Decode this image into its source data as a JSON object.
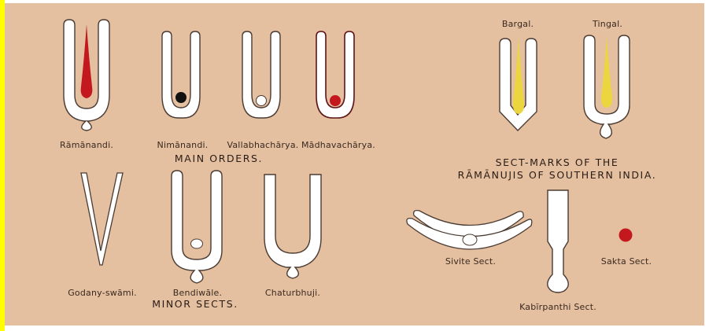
{
  "colors": {
    "background": "#e4bfa0",
    "outline": "#4a3b33",
    "mark_fill": "#ffffff",
    "red": "#c4181f",
    "black": "#111111",
    "yellow": "#ecd640",
    "page_edge": "#ffff00"
  },
  "main_orders": {
    "heading": "MAIN ORDERS.",
    "marks": [
      {
        "label": "Rāmānandi.",
        "center": "red-line"
      },
      {
        "label": "Nimānandi.",
        "center": "black-dot"
      },
      {
        "label": "Vallabhachārya.",
        "center": "white-dot"
      },
      {
        "label": "Mādhavachārya.",
        "center": "red-dot"
      }
    ]
  },
  "minor_sects": {
    "heading": "MINOR SECTS.",
    "marks": [
      {
        "label": "Godany-swāmi."
      },
      {
        "label": "Bendiwāle."
      },
      {
        "label": "Chaturbhuji."
      }
    ]
  },
  "ramanujis": {
    "heading_line1": "SECT-MARKS OF THE",
    "heading_line2": "RĀMĀNUJIS OF SOUTHERN INDIA.",
    "marks": [
      {
        "label": "Bargal.",
        "center": "yellow-line"
      },
      {
        "label": "Tingal.",
        "center": "yellow-line"
      }
    ]
  },
  "other_sects": [
    {
      "label": "Sivite Sect.",
      "shape": "crescent-with-dot"
    },
    {
      "label": "Kabīrpanthi Sect.",
      "shape": "stem-with-drop"
    },
    {
      "label": "Sakta Sect.",
      "shape": "red-dot"
    }
  ]
}
